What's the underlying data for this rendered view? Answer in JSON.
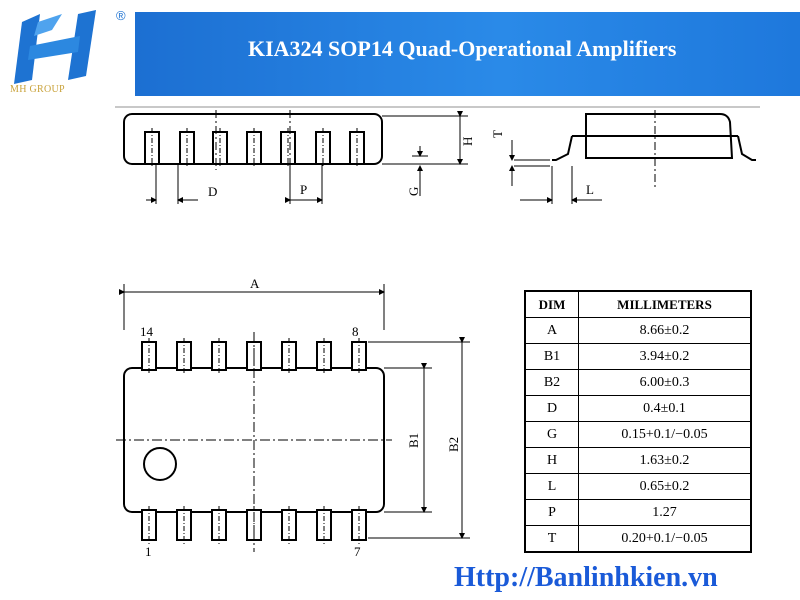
{
  "brand": {
    "logo_letter": "H",
    "registered_mark": "®",
    "logo_text": "MH GROUP",
    "logo_color": "#1e73d2",
    "accent_gold": "#c9a23a"
  },
  "header": {
    "title": "KIA324 SOP14 Quad-Operational Amplifiers",
    "background": "#2a8ae8"
  },
  "drawing": {
    "top_view_labels": {
      "d": "D",
      "p": "P",
      "g": "G",
      "h": "H"
    },
    "side_view_labels": {
      "t": "T",
      "l": "L"
    },
    "package_labels": {
      "a": "A",
      "b1": "B1",
      "b2": "B2",
      "pin_14": "14",
      "pin_8": "8",
      "pin_1": "1",
      "pin_7": "7"
    }
  },
  "table": {
    "headers": [
      "DIM",
      "MILLIMETERS"
    ],
    "rows": [
      {
        "dim": "A",
        "value": "8.66±0.2"
      },
      {
        "dim": "B1",
        "value": "3.94±0.2"
      },
      {
        "dim": "B2",
        "value": "6.00±0.3"
      },
      {
        "dim": "D",
        "value": "0.4±0.1"
      },
      {
        "dim": "G",
        "value": "0.15+0.1/−0.05"
      },
      {
        "dim": "H",
        "value": "1.63±0.2"
      },
      {
        "dim": "L",
        "value": "0.65±0.2"
      },
      {
        "dim": "P",
        "value": "1.27"
      },
      {
        "dim": "T",
        "value": "0.20+0.1/−0.05"
      }
    ]
  },
  "footer": {
    "url": "Http://Banlinhkien.vn",
    "url_color": "#1a5ad8"
  }
}
